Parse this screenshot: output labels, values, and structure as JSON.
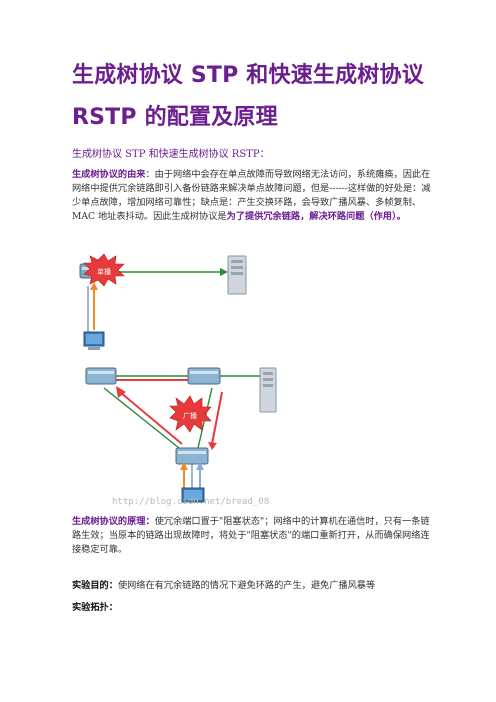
{
  "title": {
    "line1": "生成树协议 STP 和快速生成树协议",
    "line2": "RSTP 的配置及原理"
  },
  "subtitle": "生成树协议 STP 和快速生成树协议 RSTP：",
  "origin": {
    "label": "生成树协议的由来",
    "text": "：由于网络中会存在单点故障而导致网络无法访问，系统瘫痪，因此在网络中提供冗余链路即引入备份链路来解决单点故障问题，但是------这样做的好处是：减少单点故障，增加网络可靠性；缺点是：产生交换环路，会导致广播风暴、多帧复制、MAC 地址表抖动。因此生成树协议是",
    "emphasis": "为了提供冗余链路，解决环路问题（作用）。"
  },
  "figure": {
    "burst1": "单播",
    "burst2": "广播",
    "watermark": "http://blog.csdn.net/bread_08"
  },
  "principle": {
    "label": "生成树协议的原理：",
    "text": "使冗余端口置于\"阻塞状态\"；网络中的计算机在通信时，只有一条链路生效；当原本的链路出现故障时，将处于\"阻塞状态\"的端口重新打开，从而确保网络连接稳定可靠。"
  },
  "purpose": {
    "label": "实验目的：",
    "text": "使网络在有冗余链路的情况下避免环路的产生，避免广播风暴等"
  },
  "topology": {
    "label": "实验拓扑："
  }
}
